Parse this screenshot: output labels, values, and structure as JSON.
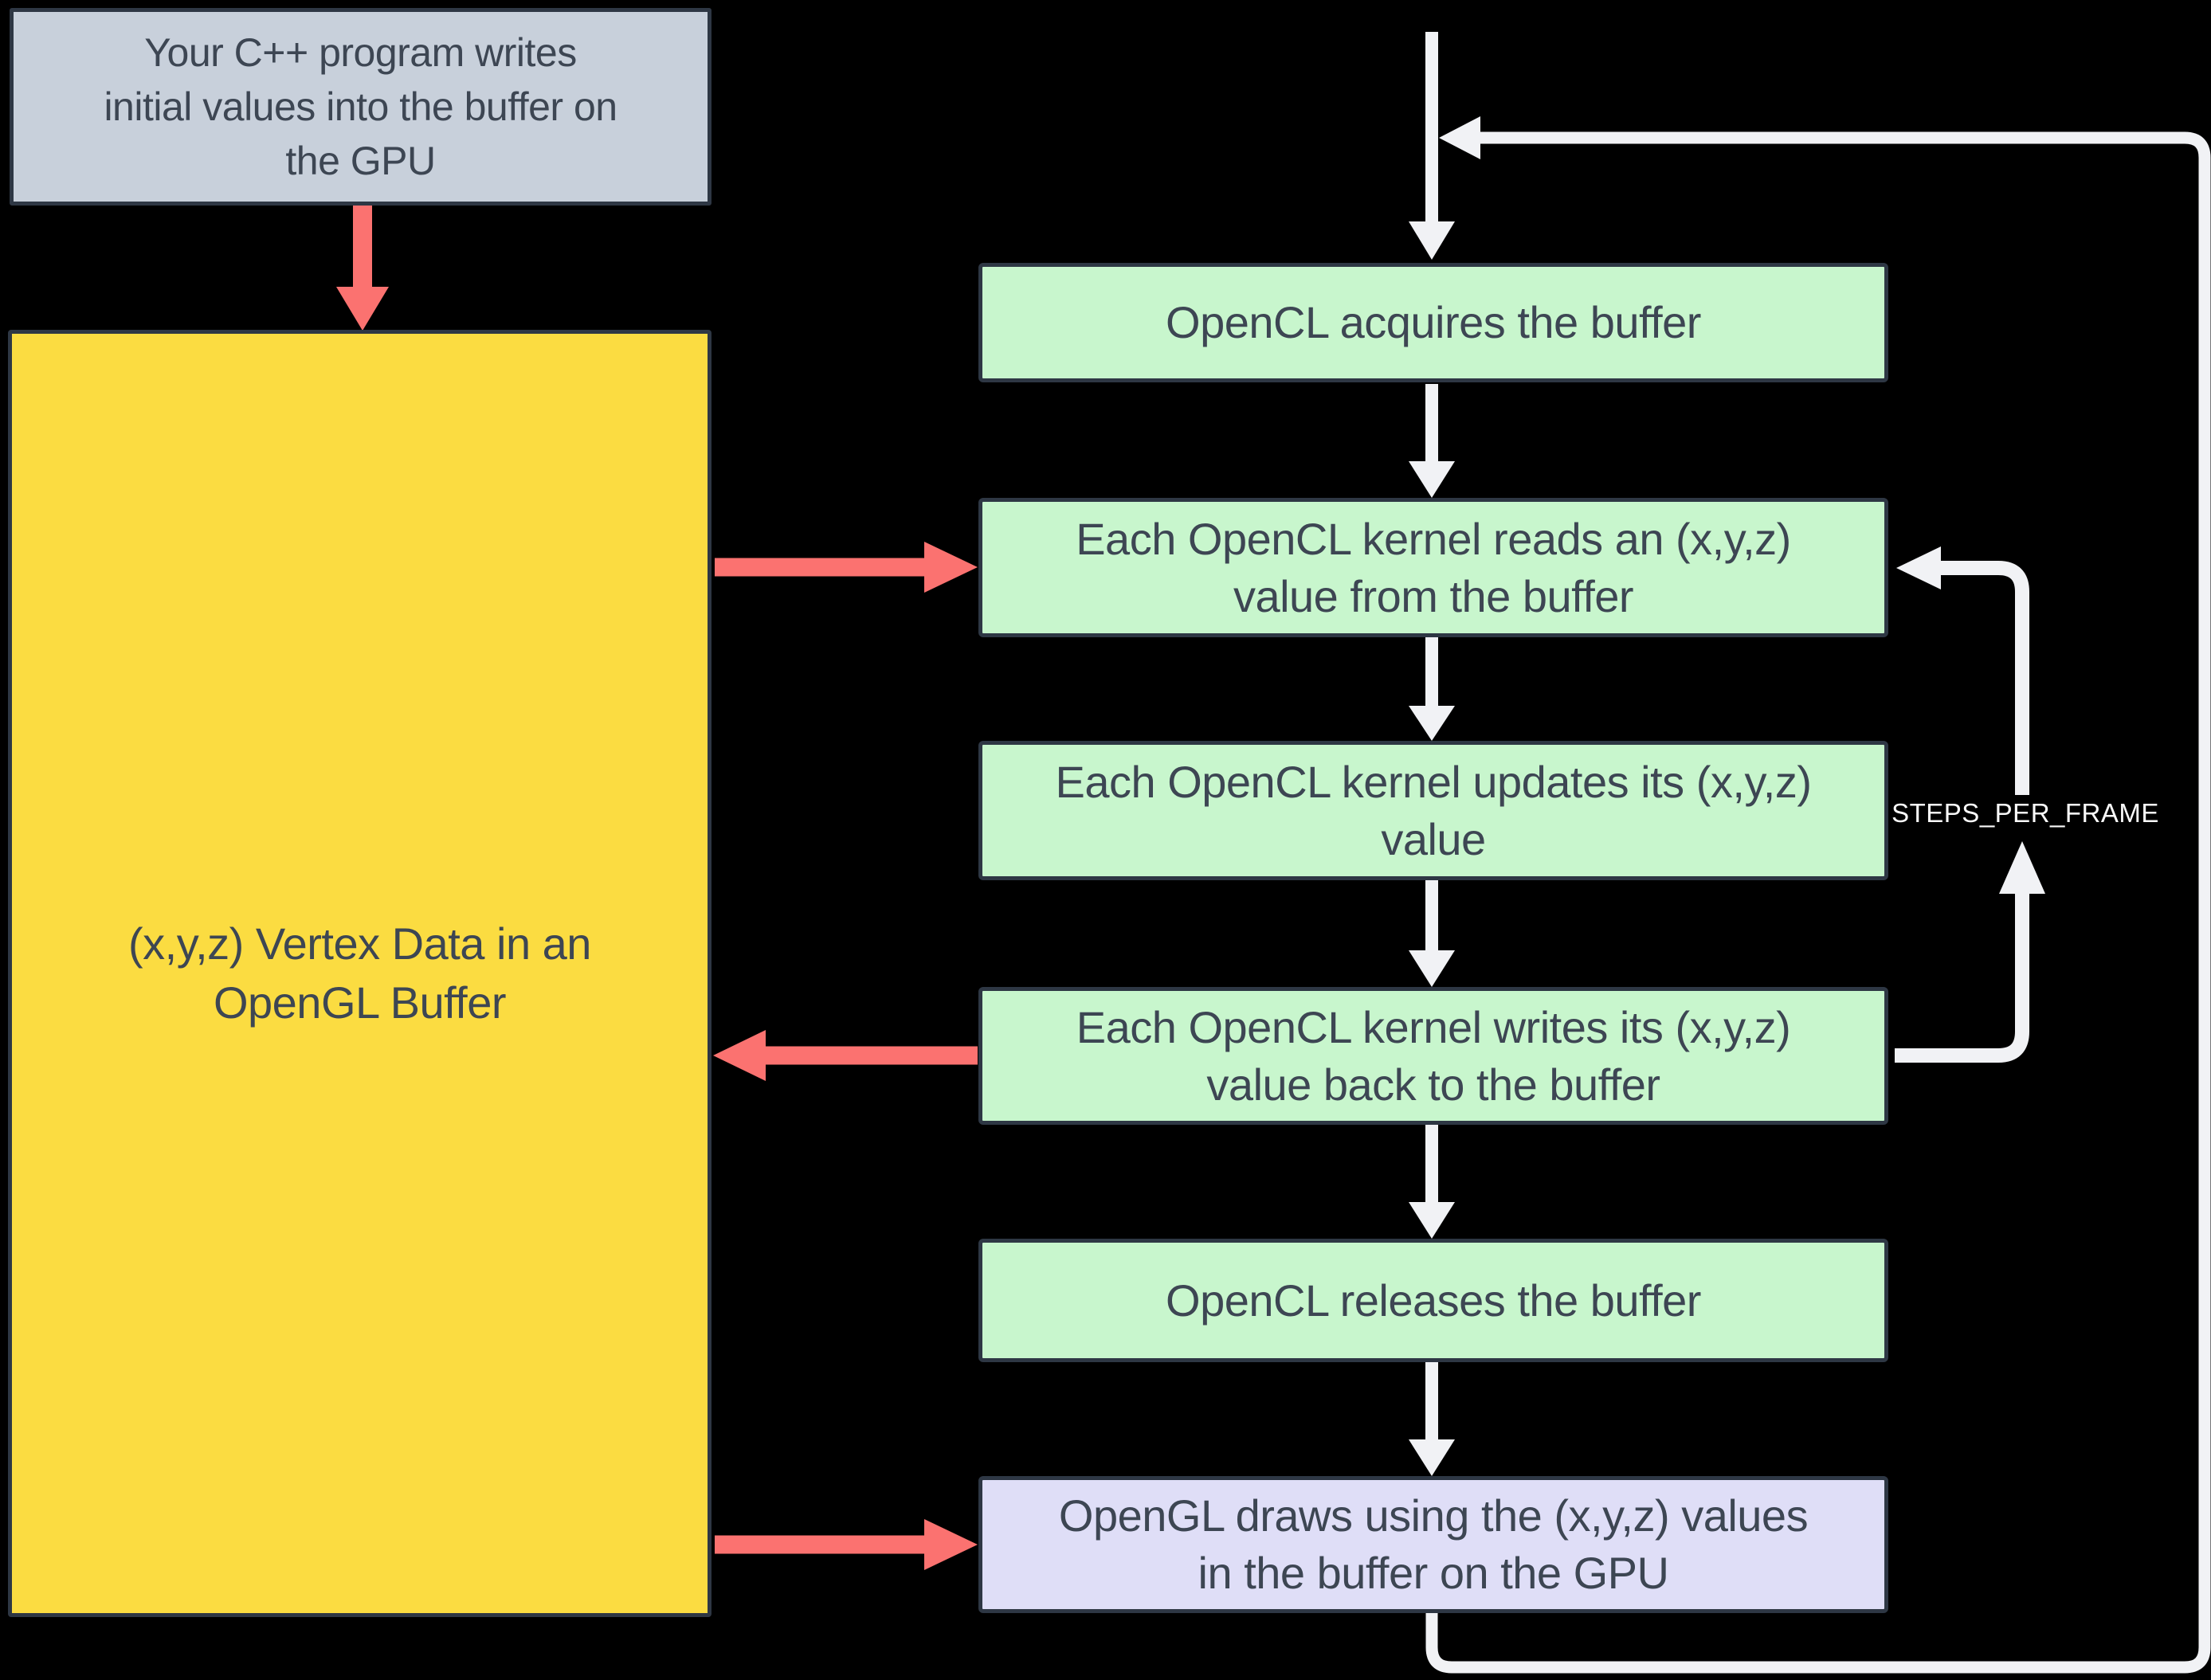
{
  "colors": {
    "background": "#000000",
    "box_border": "#2E3744",
    "box_text": "#3D4653",
    "gray_box_fill": "#C8D0DB",
    "yellow_box_fill": "#FBDC41",
    "green_box_fill": "#C8F6CD",
    "purple_box_fill": "#DFDEF7",
    "red_arrow": "#FB7270",
    "white_arrow": "#F1F2F5"
  },
  "boxes": {
    "cpp": {
      "label": "Your C++ program writes\ninitial values into the buffer on\nthe GPU"
    },
    "vertex": {
      "label": "(x,y,z) Vertex Data in an\nOpenGL Buffer"
    },
    "acquire": {
      "label": "OpenCL acquires the buffer"
    },
    "read": {
      "label": "Each OpenCL kernel reads an (x,y,z)\nvalue from the buffer"
    },
    "update": {
      "label": "Each OpenCL kernel updates its (x,y,z)\nvalue"
    },
    "write": {
      "label": "Each OpenCL kernel writes its (x,y,z)\nvalue back to the buffer"
    },
    "release": {
      "label": "OpenCL releases the buffer"
    },
    "draw": {
      "label": "OpenGL draws using the (x,y,z) values\nin the buffer on the GPU"
    }
  },
  "annotations": {
    "loop_label": "STEPS_PER_FRAME"
  }
}
